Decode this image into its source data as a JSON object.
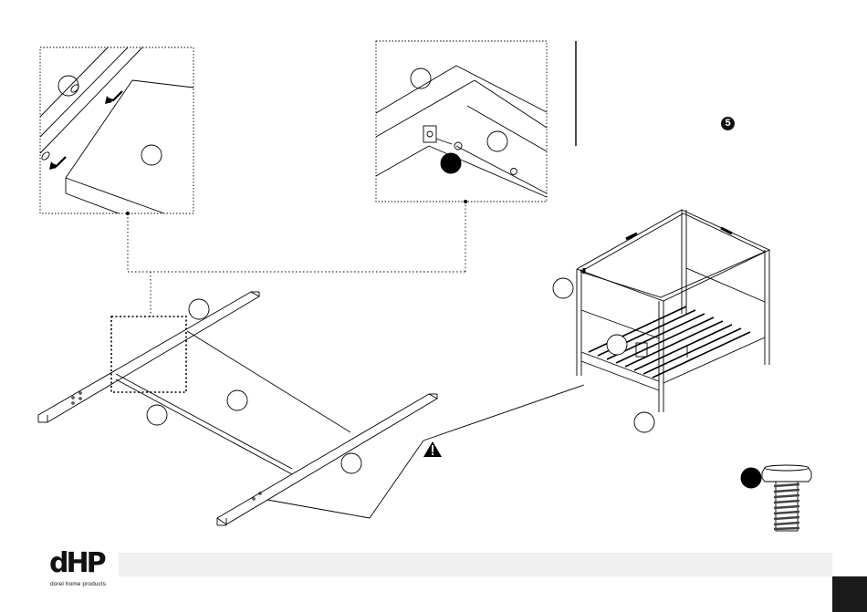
{
  "brand": {
    "logo_text": "dHP",
    "tagline": "dorel home products"
  },
  "step": {
    "number": "5"
  },
  "colors": {
    "line": "#000000",
    "footer_band": "#f0f0f0",
    "page_box": "#1a1a1a"
  },
  "icons": [
    "warning-icon",
    "screw-hardware-icon",
    "rotate-arrow-icon"
  ]
}
